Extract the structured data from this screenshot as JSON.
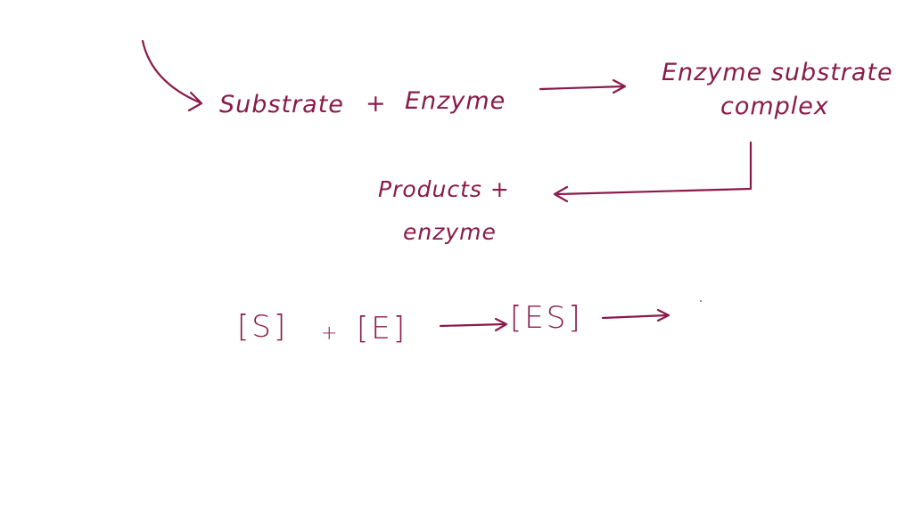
{
  "colors": {
    "ink": "#8a1a4a",
    "background": "#ffffff"
  },
  "reaction": {
    "substrate": "Substrate",
    "plus_1": "+",
    "enzyme": "Enzyme",
    "complex_line1": "Enzyme substrate",
    "complex_line2": "complex",
    "product_line1": "Products +",
    "product_line2": "enzyme"
  },
  "notation": {
    "s_bracket": "[S]",
    "plus_2": "+",
    "e_bracket": "[E]",
    "es_bracket": "[ES]"
  }
}
